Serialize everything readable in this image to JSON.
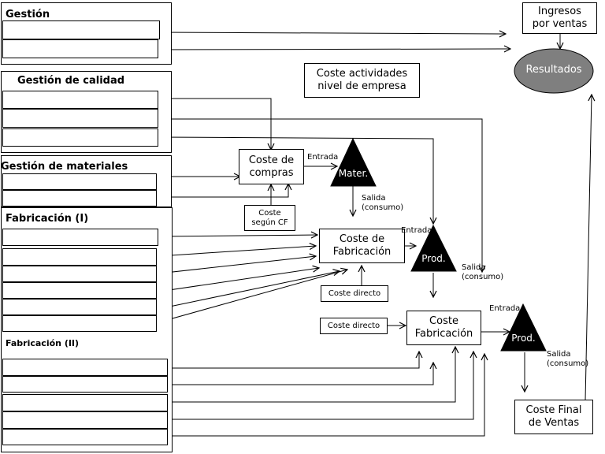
{
  "panels": {
    "gestion": "Gestión",
    "calidad": "Gestión de calidad",
    "materiales": "Gestión de materiales",
    "fabricacion1": "Fabricación (I)",
    "fabricacion2": "Fabricación (II)"
  },
  "nodes": {
    "ingresos": "Ingresos\npor ventas",
    "resultados": "Resultados",
    "coste_actividades": "Coste actividades\nnivel de empresa",
    "coste_compras": "Coste de\ncompras",
    "coste_segun_cf": "Coste\nsegún CF",
    "coste_fabricacion_1": "Coste de\nFabricación",
    "coste_directo_1": "Coste directo",
    "coste_directo_2": "Coste directo",
    "coste_fabricacion_2": "Coste\nFabricación",
    "coste_final": "Coste Final\nde Ventas"
  },
  "stores": {
    "mater": "Mater.",
    "prod_1": "Prod.",
    "prod_2": "Prod."
  },
  "flow_labels": {
    "entrada_1": "Entrada",
    "salida_1": "Salida\n(consumo)",
    "entrada_2": "Entrada",
    "salida_2": "Salida\n(consumo)",
    "entrada_3": "Entrada",
    "salida_3": "Salida\n(consumo)"
  },
  "colors": {
    "line": "#000000",
    "store_fill": "#000000",
    "results_fill": "#7f7f7f"
  }
}
